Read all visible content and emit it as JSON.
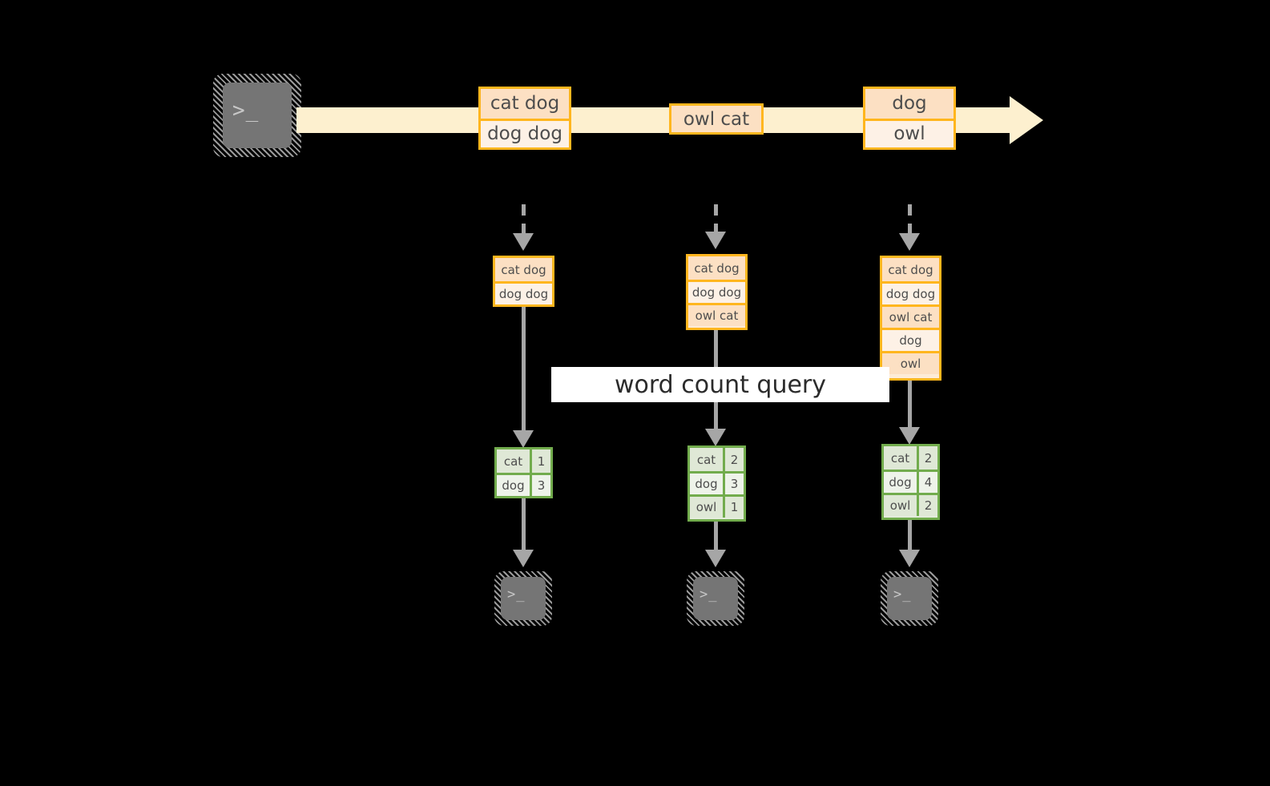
{
  "diagram": {
    "title_label": "word count query",
    "colors": {
      "stream_fill": "#fdf0cf",
      "record_border": "#ffb61e",
      "record_fill_a": "#fce0c3",
      "record_fill_b": "#fdf1e6",
      "result_border": "#72ac4d",
      "result_fill_a": "#dfe8d6",
      "result_fill_b": "#eef3ea",
      "connector": "#a6a6a6",
      "terminal_fill": "#757575",
      "background": "#000000",
      "label_background": "#ffffff"
    },
    "source_terminal": {
      "glyph": ">_"
    },
    "stream": {
      "events": [
        {
          "id": "event-group-1",
          "lines": [
            "cat dog",
            "dog dog"
          ]
        },
        {
          "id": "event-group-2",
          "lines": [
            "owl cat"
          ]
        },
        {
          "id": "event-group-3",
          "lines": [
            "dog",
            "owl"
          ]
        }
      ]
    },
    "columns": [
      {
        "id": "column-1",
        "input_rows": [
          "cat dog",
          "dog dog"
        ],
        "result_header": null,
        "results": [
          {
            "word": "cat",
            "count": "1"
          },
          {
            "word": "dog",
            "count": "3"
          }
        ],
        "sink_terminal": {
          "glyph": ">_"
        }
      },
      {
        "id": "column-2",
        "input_rows": [
          "cat dog",
          "dog dog",
          "owl cat"
        ],
        "result_header": null,
        "results": [
          {
            "word": "cat",
            "count": "2"
          },
          {
            "word": "dog",
            "count": "3"
          },
          {
            "word": "owl",
            "count": "1"
          }
        ],
        "sink_terminal": {
          "glyph": ">_"
        }
      },
      {
        "id": "column-3",
        "input_rows": [
          "cat dog",
          "dog dog",
          "owl cat",
          "dog",
          "owl"
        ],
        "result_header": null,
        "results": [
          {
            "word": "cat",
            "count": "2"
          },
          {
            "word": "dog",
            "count": "4"
          },
          {
            "word": "owl",
            "count": "2"
          }
        ],
        "sink_terminal": {
          "glyph": ">_"
        }
      }
    ]
  }
}
